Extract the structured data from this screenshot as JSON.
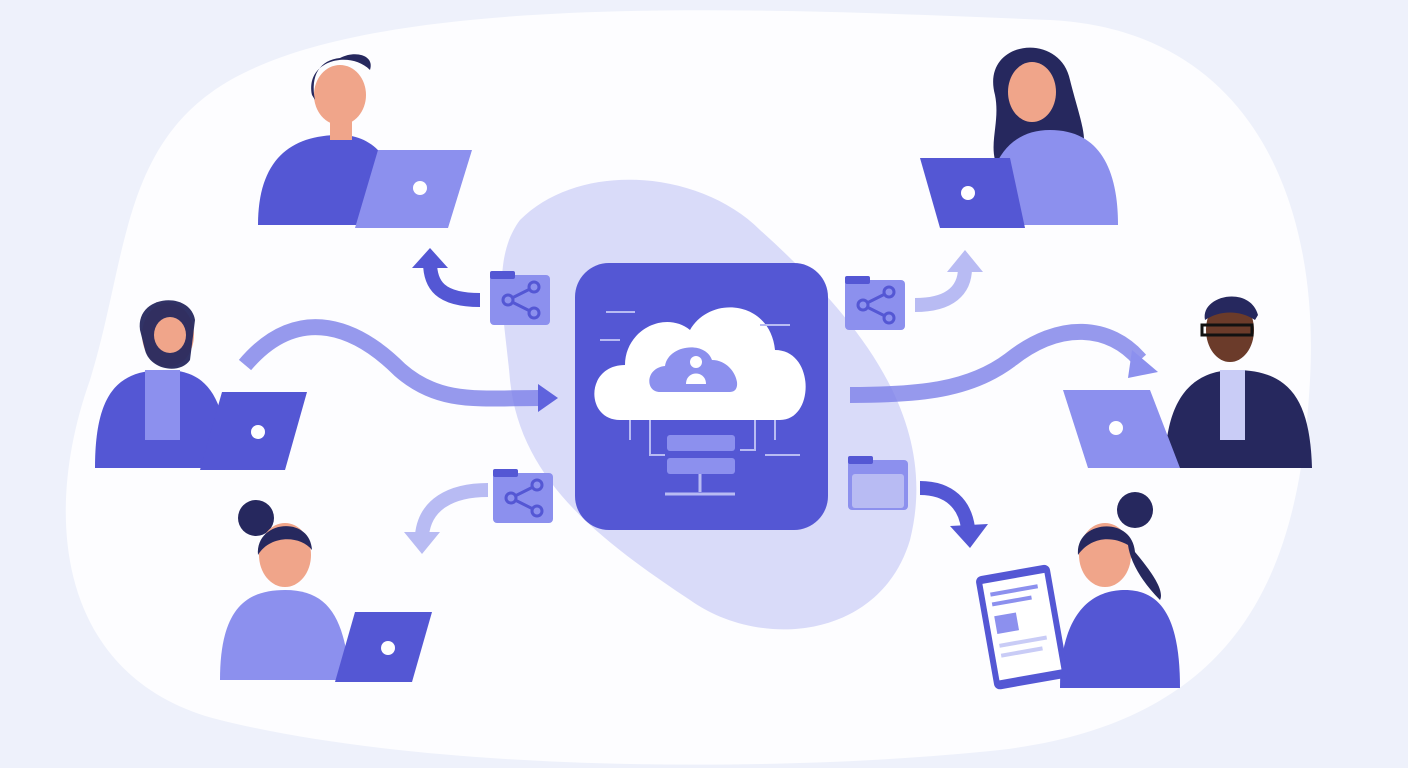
{
  "illustration": {
    "theme": "cloud file sharing between users",
    "colors": {
      "background": "#eef1fb",
      "blob": "#ffffff",
      "primary": "#5457d4",
      "primary_light": "#8c90ee",
      "lavender": "#c9ccf6",
      "dark_navy": "#26285e",
      "skin": "#f0a58a",
      "skin_dark": "#6b3b2a"
    },
    "hub": {
      "icon": "cloud-server-icon"
    },
    "people": [
      {
        "id": "top-left",
        "device": "laptop"
      },
      {
        "id": "top-right",
        "device": "laptop"
      },
      {
        "id": "mid-left",
        "device": "laptop"
      },
      {
        "id": "mid-right",
        "device": "laptop"
      },
      {
        "id": "bottom-left",
        "device": "laptop"
      },
      {
        "id": "bottom-right",
        "device": "tablet"
      }
    ],
    "folders": [
      "share-folder-icon",
      "share-folder-icon",
      "share-folder-icon",
      "folder-icon"
    ]
  }
}
